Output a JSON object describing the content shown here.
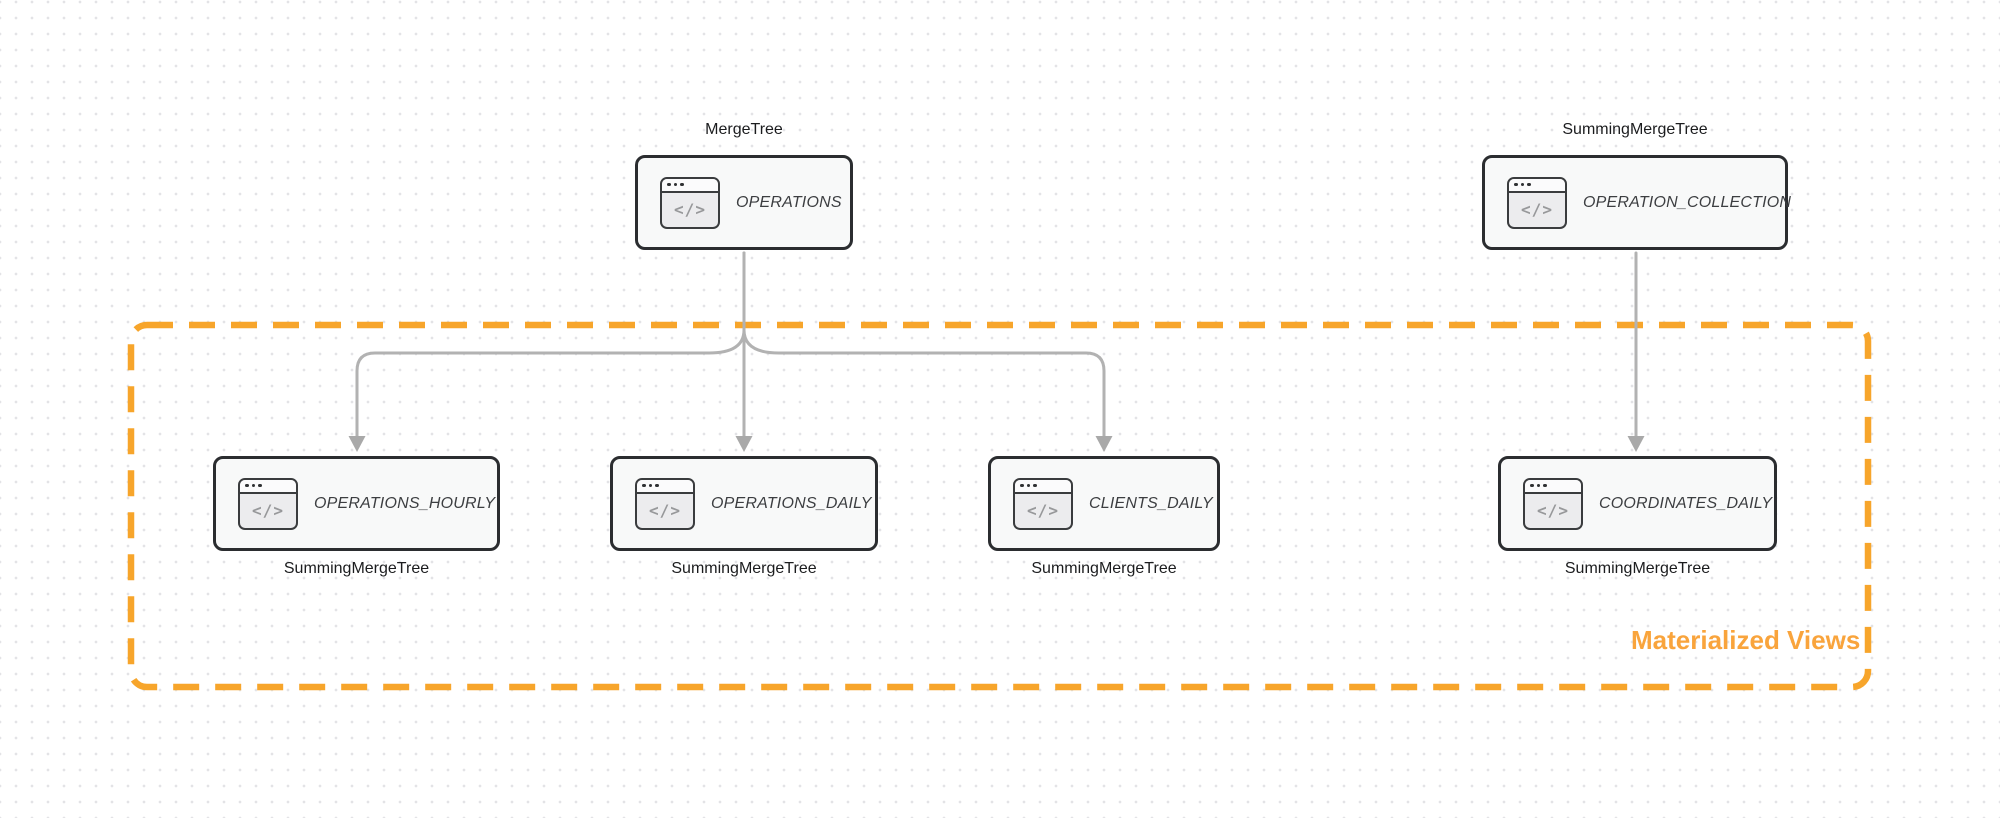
{
  "colors": {
    "accent_orange": "#F7A52B",
    "caption_orange": "#F9A43C",
    "arrow_gray": "#B2B2B2",
    "node_border": "#2B2D30",
    "node_fill": "#F8F9F9"
  },
  "group": {
    "label": "Materialized Views"
  },
  "icon": {
    "glyph": "</>"
  },
  "nodes": [
    {
      "table": "OPERATIONS",
      "engine": "MergeTree"
    },
    {
      "table": "OPERATION_COLLECTION",
      "engine": "SummingMergeTree"
    },
    {
      "table": "OPERATIONS_HOURLY",
      "engine": "SummingMergeTree"
    },
    {
      "table": "OPERATIONS_DAILY",
      "engine": "SummingMergeTree"
    },
    {
      "table": "CLIENTS_DAILY",
      "engine": "SummingMergeTree"
    },
    {
      "table": "COORDINATES_DAILY",
      "engine": "SummingMergeTree"
    }
  ],
  "edges": [
    {
      "from": "OPERATIONS",
      "to": "OPERATIONS_HOURLY"
    },
    {
      "from": "OPERATIONS",
      "to": "OPERATIONS_DAILY"
    },
    {
      "from": "OPERATIONS",
      "to": "CLIENTS_DAILY"
    },
    {
      "from": "OPERATION_COLLECTION",
      "to": "COORDINATES_DAILY"
    }
  ]
}
